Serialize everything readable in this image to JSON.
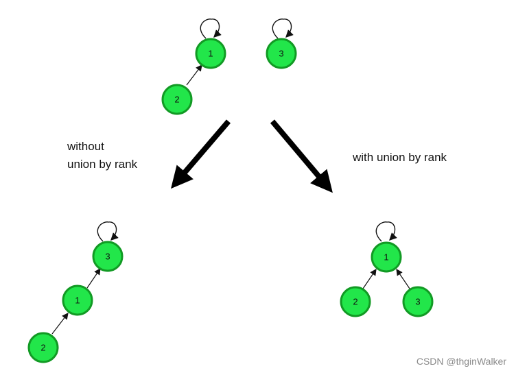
{
  "colors": {
    "node_fill": "#22e64a",
    "node_stroke": "#129a24",
    "text": "#111111",
    "watermark": "#8a8a8a"
  },
  "top": {
    "nodes": {
      "n1": "1",
      "n2": "2",
      "n3": "3"
    }
  },
  "labels": {
    "without_line1": "without",
    "without_line2": "union by rank",
    "with": "with union by rank"
  },
  "left_tree": {
    "nodes": {
      "n3": "3",
      "n1": "1",
      "n2": "2"
    }
  },
  "right_tree": {
    "nodes": {
      "n1": "1",
      "n2": "2",
      "n3": "3"
    }
  },
  "watermark": "CSDN @thginWalker"
}
